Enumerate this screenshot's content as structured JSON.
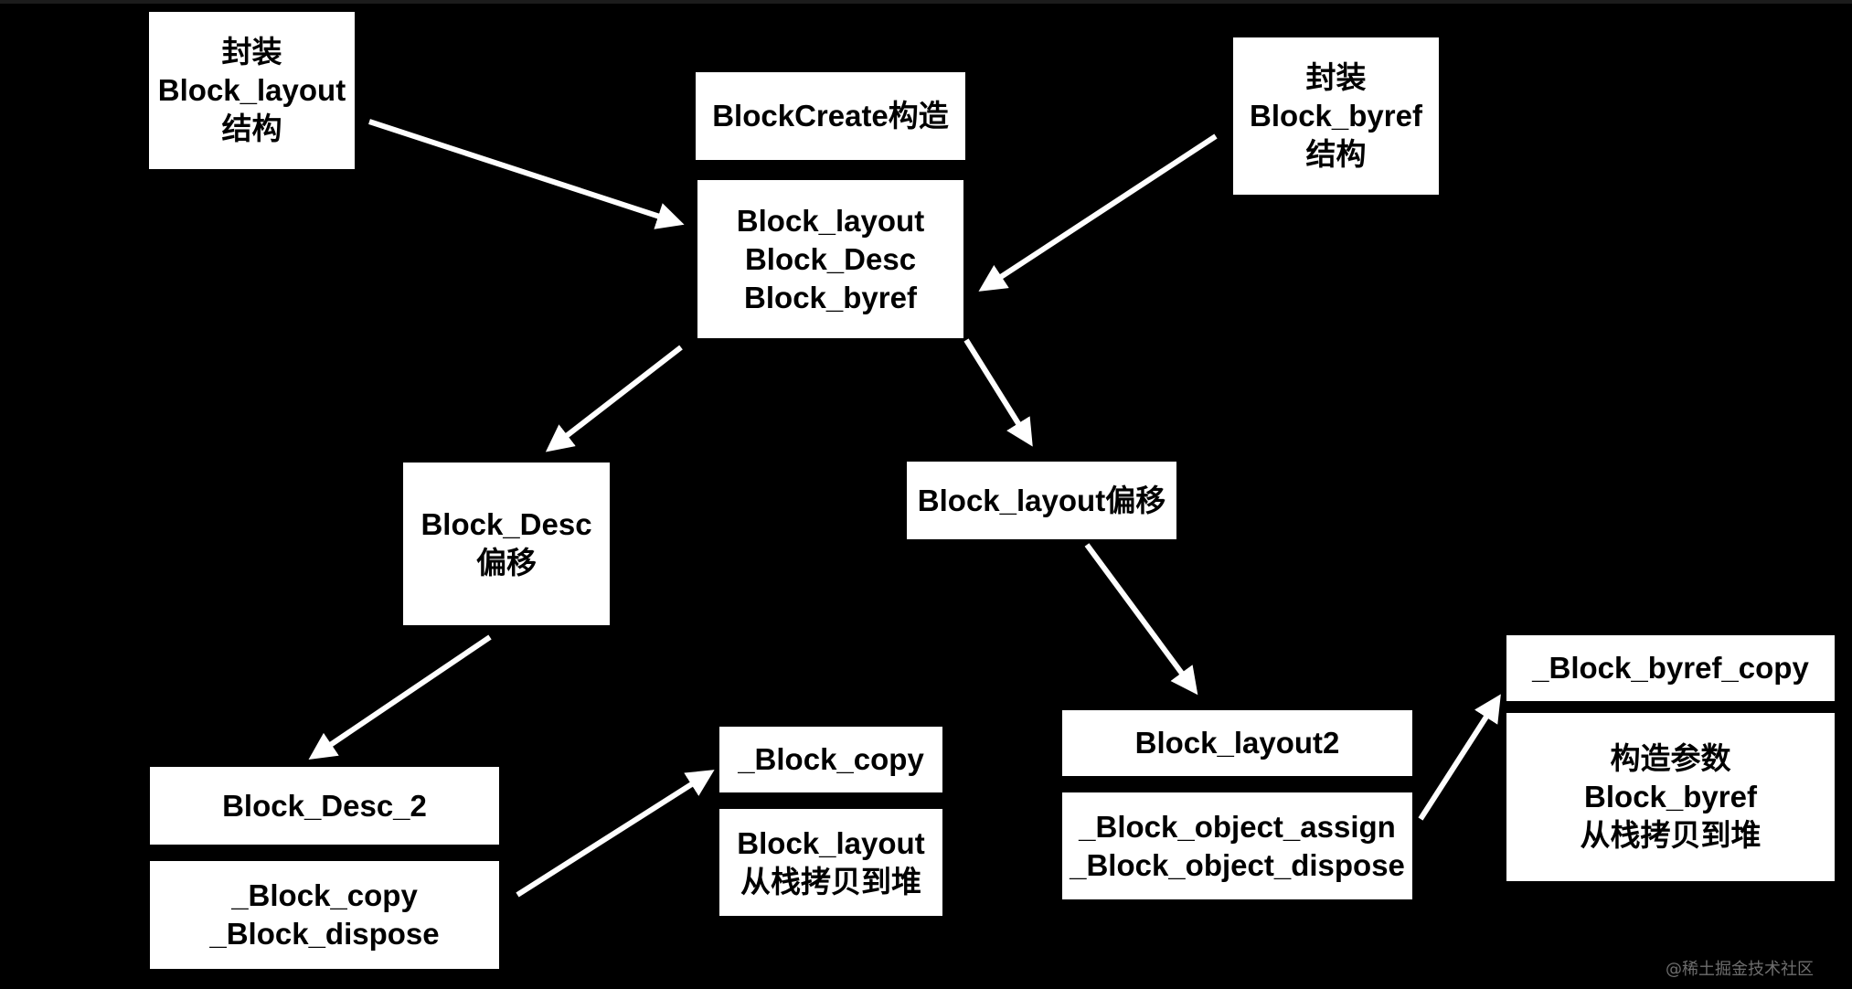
{
  "diagram": {
    "nodes": {
      "wrap_layout": {
        "lines": [
          "封装",
          "Block_layout",
          "结构"
        ]
      },
      "block_create": {
        "lines": [
          "BlockCreate构造"
        ]
      },
      "create_contents": {
        "lines": [
          "Block_layout",
          "Block_Desc",
          "Block_byref"
        ]
      },
      "wrap_byref": {
        "lines": [
          "封装",
          "Block_byref",
          "结构"
        ]
      },
      "desc_offset": {
        "lines": [
          "Block_Desc",
          "偏移"
        ]
      },
      "layout_offset": {
        "lines": [
          "Block_layout偏移"
        ]
      },
      "desc2": {
        "lines": [
          "Block_Desc_2"
        ]
      },
      "desc2_funcs": {
        "lines": [
          "_Block_copy",
          "_Block_dispose"
        ]
      },
      "block_copy": {
        "lines": [
          "_Block_copy"
        ]
      },
      "block_copy_detail": {
        "lines": [
          "Block_layout",
          "从栈拷贝到堆"
        ]
      },
      "layout2": {
        "lines": [
          "Block_layout2"
        ]
      },
      "layout2_funcs": {
        "lines": [
          "_Block_object_assign",
          "_Block_object_dispose"
        ]
      },
      "byref_copy": {
        "lines": [
          "_Block_byref_copy"
        ]
      },
      "byref_copy_detail": {
        "lines": [
          "构造参数",
          "Block_byref",
          "从栈拷贝到堆"
        ]
      }
    },
    "edges": [
      {
        "from": "wrap_layout",
        "to": "create_contents"
      },
      {
        "from": "wrap_byref",
        "to": "create_contents"
      },
      {
        "from": "create_contents",
        "to": "desc_offset"
      },
      {
        "from": "create_contents",
        "to": "layout_offset"
      },
      {
        "from": "desc_offset",
        "to": "desc2"
      },
      {
        "from": "layout_offset",
        "to": "layout2"
      },
      {
        "from": "desc2_funcs",
        "to": "block_copy"
      },
      {
        "from": "layout2_funcs",
        "to": "byref_copy"
      }
    ]
  },
  "watermark": "@稀土掘金技术社区",
  "colors": {
    "background": "#000000",
    "box": "#ffffff",
    "text": "#000000",
    "arrow": "#ffffff",
    "watermark": "#6e6e6e"
  }
}
